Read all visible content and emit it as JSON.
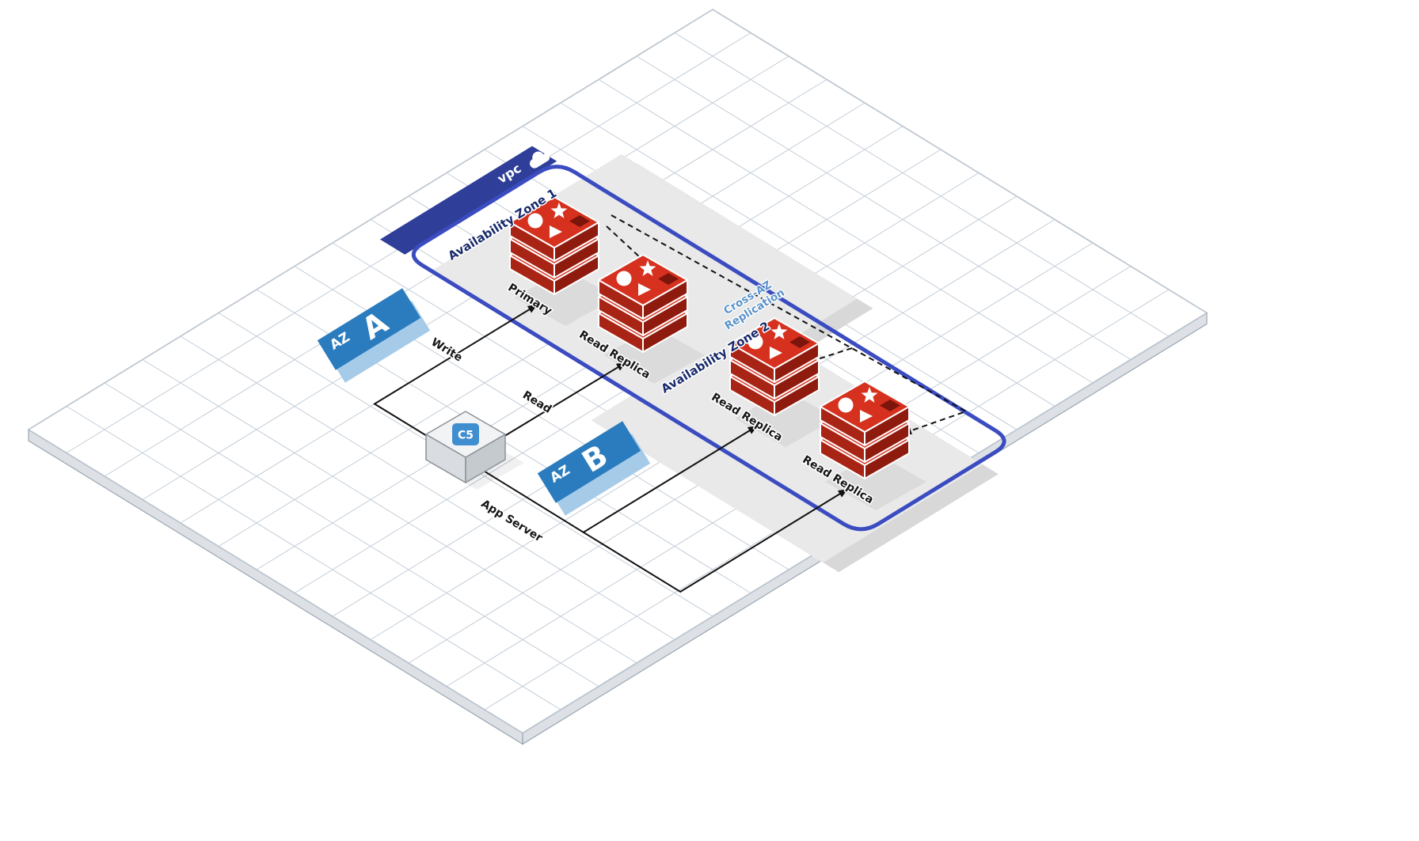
{
  "diagram": {
    "vpc": {
      "label": "vpc"
    },
    "zones": {
      "az1": "Availability Zone 1",
      "az2": "Availability Zone 2"
    },
    "badges": {
      "az_prefix": "AZ",
      "a": "A",
      "b": "B"
    },
    "nodes": {
      "primary": "Primary",
      "read_replica": "Read Replica",
      "app_server": "App Server",
      "instance_type": "C5"
    },
    "edges": {
      "write": "Write",
      "read": "Read",
      "cross_az": [
        "Cross-AZ",
        "Replication"
      ]
    },
    "colors": {
      "vpc_border": "#3b4cc1",
      "vpc_banner": "#2e3e99",
      "az_badge": "#2b7cbe",
      "az_badge_shadow": "#a5cbe9",
      "redis_red": "#d6311f",
      "redis_dark_face": "#a82415",
      "redis_darker_face": "#8e1b0e",
      "redis_square": "#7c150b",
      "cross_az_text": "#5b93c9",
      "instance_badge": "#3f8fd0",
      "zone_text": "#182a6b"
    }
  }
}
